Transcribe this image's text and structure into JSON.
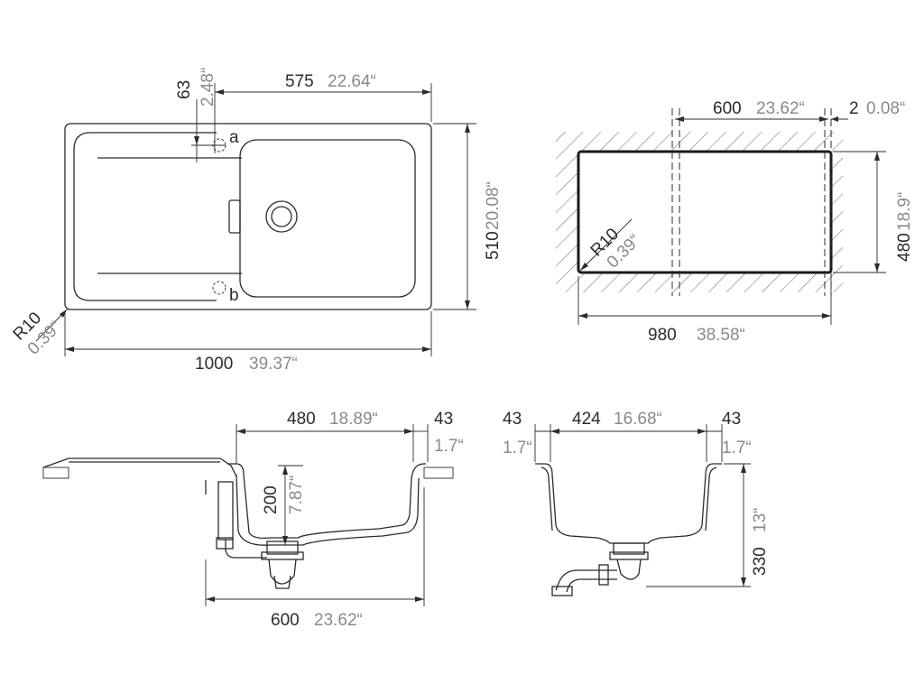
{
  "colors": {
    "line": "#2b2b2b",
    "inch_text": "#8a8a8a",
    "background": "#ffffff"
  },
  "top_view": {
    "dim_overall_width": {
      "mm": "1000",
      "in": "39.37“"
    },
    "dim_bowl_width": {
      "mm": "575",
      "in": "22.64“"
    },
    "dim_height": {
      "mm": "510",
      "in": "20.08“"
    },
    "dim_offset": {
      "mm": "63",
      "in": "2.48“"
    },
    "dim_radius": {
      "mm": "R10",
      "in": "0.39“"
    },
    "label_a": "a",
    "label_b": "b"
  },
  "cutout_view": {
    "dim_bowl_width": {
      "mm": "600",
      "in": "23.62“"
    },
    "dim_gap": {
      "mm": "2",
      "in": "0.08“"
    },
    "dim_height": {
      "mm": "480",
      "in": "18.9“"
    },
    "dim_width": {
      "mm": "980",
      "in": "38.58“"
    },
    "dim_radius": {
      "mm": "R10",
      "in": "0.39“"
    }
  },
  "section_front": {
    "dim_bowl": {
      "mm": "480",
      "in": "18.89“"
    },
    "dim_rim": {
      "mm": "43",
      "in": "1.7“"
    },
    "dim_depth": {
      "mm": "200",
      "in": "7.87“"
    },
    "dim_cabinet": {
      "mm": "600",
      "in": "23.62“"
    }
  },
  "section_side": {
    "dim_rim_left": {
      "mm": "43",
      "in": "1.7“"
    },
    "dim_bowl": {
      "mm": "424",
      "in": "16.68“"
    },
    "dim_rim_right": {
      "mm": "43",
      "in": "1.7“"
    },
    "dim_height": {
      "mm": "330",
      "in": "13“"
    }
  }
}
